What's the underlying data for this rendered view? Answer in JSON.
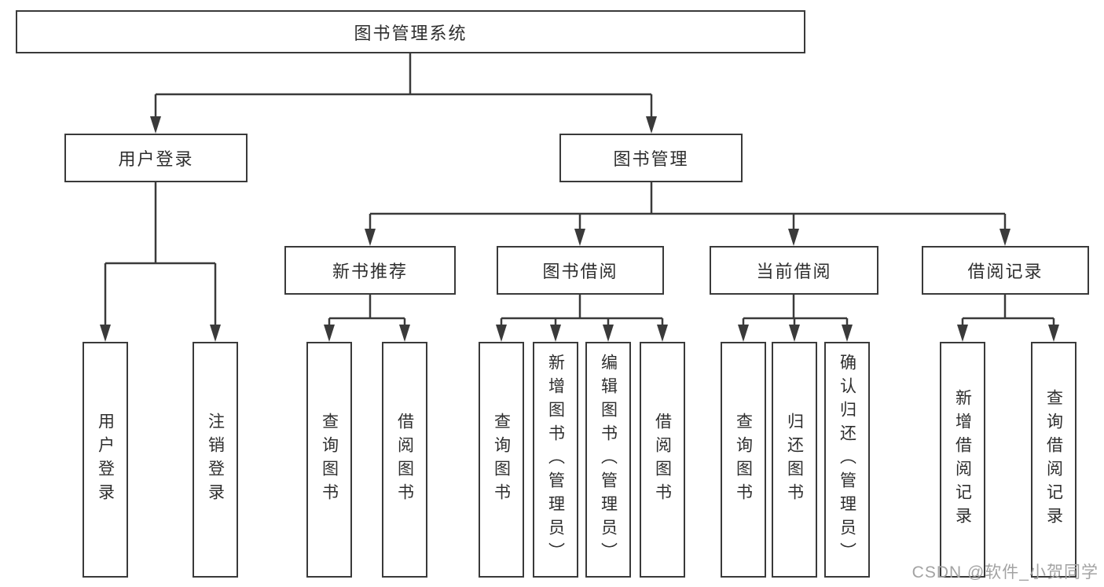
{
  "diagram": {
    "root": {
      "label": "图书管理系统"
    },
    "level2": [
      {
        "label": "用户登录",
        "children": [
          {
            "label": "用户登录"
          },
          {
            "label": "注销登录"
          }
        ]
      },
      {
        "label": "图书管理",
        "children": [
          {
            "label": "新书推荐",
            "children": [
              {
                "label": "查询图书"
              },
              {
                "label": "借阅图书"
              }
            ]
          },
          {
            "label": "图书借阅",
            "children": [
              {
                "label": "查询图书"
              },
              {
                "label": "新增图书（管理员）"
              },
              {
                "label": "编辑图书（管理员）"
              },
              {
                "label": "借阅图书"
              }
            ]
          },
          {
            "label": "当前借阅",
            "children": [
              {
                "label": "查询图书"
              },
              {
                "label": "归还图书"
              },
              {
                "label": "确认归还（管理员）"
              }
            ]
          },
          {
            "label": "借阅记录",
            "children": [
              {
                "label": "新增借阅记录"
              },
              {
                "label": "查询借阅记录"
              }
            ]
          }
        ]
      }
    ]
  },
  "watermark": {
    "text": "CSDN @软件_小贺同学"
  },
  "colors": {
    "line": "#3a3a3a",
    "text": "#2e2e2e",
    "watermark": "#a3a3a3"
  }
}
